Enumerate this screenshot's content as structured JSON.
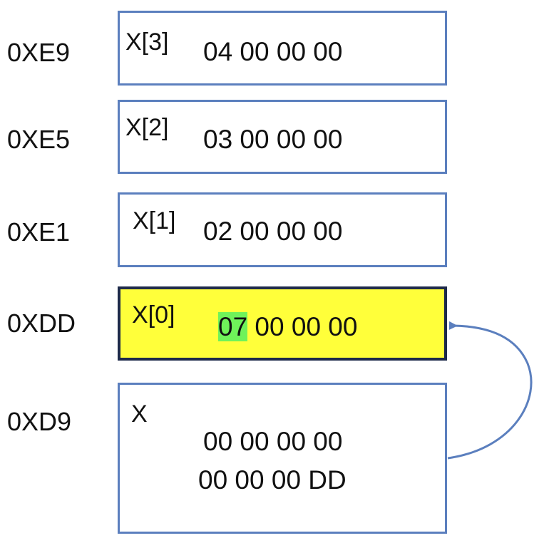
{
  "cells": [
    {
      "address": "0XE9",
      "label": "X[3]",
      "bytes": "04 00 00 00"
    },
    {
      "address": "0XE5",
      "label": "X[2]",
      "bytes": "03 00 00 00"
    },
    {
      "address": "0XE1",
      "label": "X[1]",
      "bytes": "02 00 00 00"
    },
    {
      "address": "0XDD",
      "label": "X[0]",
      "first_byte": "07",
      "rest_bytes": " 00 00 00"
    },
    {
      "address": "0XD9",
      "label": "X",
      "line1": "00 00 00 00",
      "line2": "00 00 00 DD"
    }
  ],
  "colors": {
    "border": "#5b7fbe",
    "highlight_fill": "#ffff3a",
    "highlight_border": "#1e2a4a",
    "byte_mark": "#6ff25a",
    "arrow": "#5b7fbe"
  }
}
